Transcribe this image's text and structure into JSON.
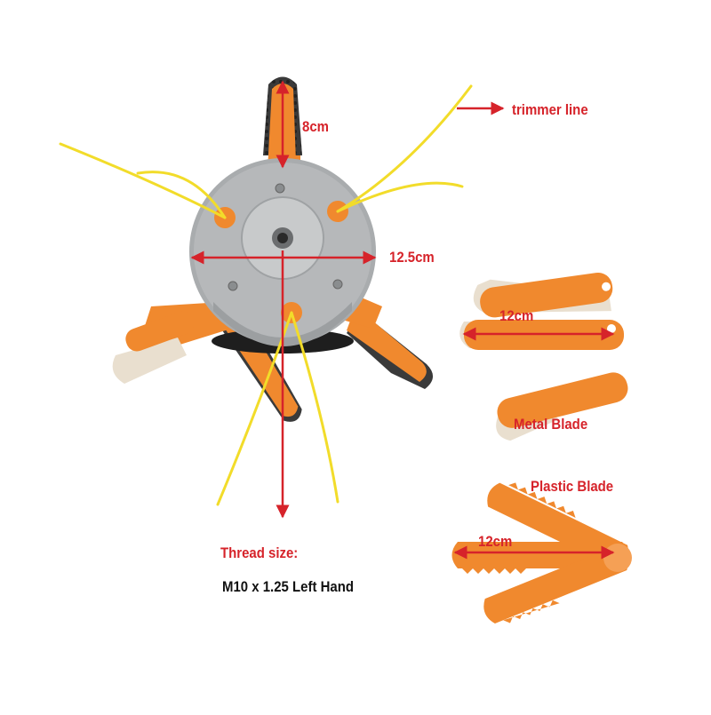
{
  "labels": {
    "blade_length": "8cm",
    "trimmer_line": "trimmer line",
    "head_diameter": "12.5cm",
    "metal_blade_length": "12cm",
    "metal_blade": "Metal Blade",
    "plastic_blade": "Plastic Blade",
    "plastic_blade_length": "12cm",
    "thread_size_title": "Thread size:",
    "thread_size_value": "M10 x 1.25 Left Hand"
  },
  "colors": {
    "arrow_red": "#d6232a",
    "blade_orange": "#f0892e",
    "hub_grey": "#a9acae",
    "trimmer_yellow": "#f2dc2a",
    "text_dark": "#111111"
  }
}
